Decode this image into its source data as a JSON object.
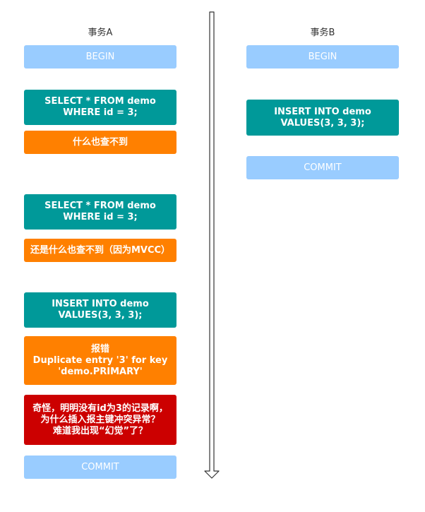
{
  "transaction_a": {
    "title": "事务A",
    "steps": [
      {
        "label": "BEGIN",
        "kind": "light"
      },
      {
        "label": "SELECT * FROM demo WHERE id = 3;",
        "kind": "teal"
      },
      {
        "label": "什么也查不到",
        "kind": "orange"
      },
      {
        "label": "SELECT * FROM demo WHERE id = 3;",
        "kind": "teal"
      },
      {
        "label": "还是什么也查不到（因为MVCC）",
        "kind": "orange"
      },
      {
        "label": "INSERT INTO demo VALUES(3, 3, 3);",
        "kind": "teal"
      },
      {
        "label": "报错\nDuplicate entry '3' for key 'demo.PRIMARY'",
        "kind": "orange"
      },
      {
        "label": "奇怪，明明没有id为3的记录啊，\n为什么插入报主键冲突异常？\n难道我出现“幻觉”了？",
        "kind": "red"
      },
      {
        "label": "COMMIT",
        "kind": "light"
      }
    ]
  },
  "transaction_b": {
    "title": "事务B",
    "steps": [
      {
        "label": "BEGIN",
        "kind": "light"
      },
      {
        "label": "INSERT INTO demo VALUES(3, 3, 3);",
        "kind": "teal"
      },
      {
        "label": "COMMIT",
        "kind": "light"
      }
    ]
  },
  "colors": {
    "light": "#99ccff",
    "teal": "#009999",
    "orange": "#ff8000",
    "red": "#cc0000"
  }
}
